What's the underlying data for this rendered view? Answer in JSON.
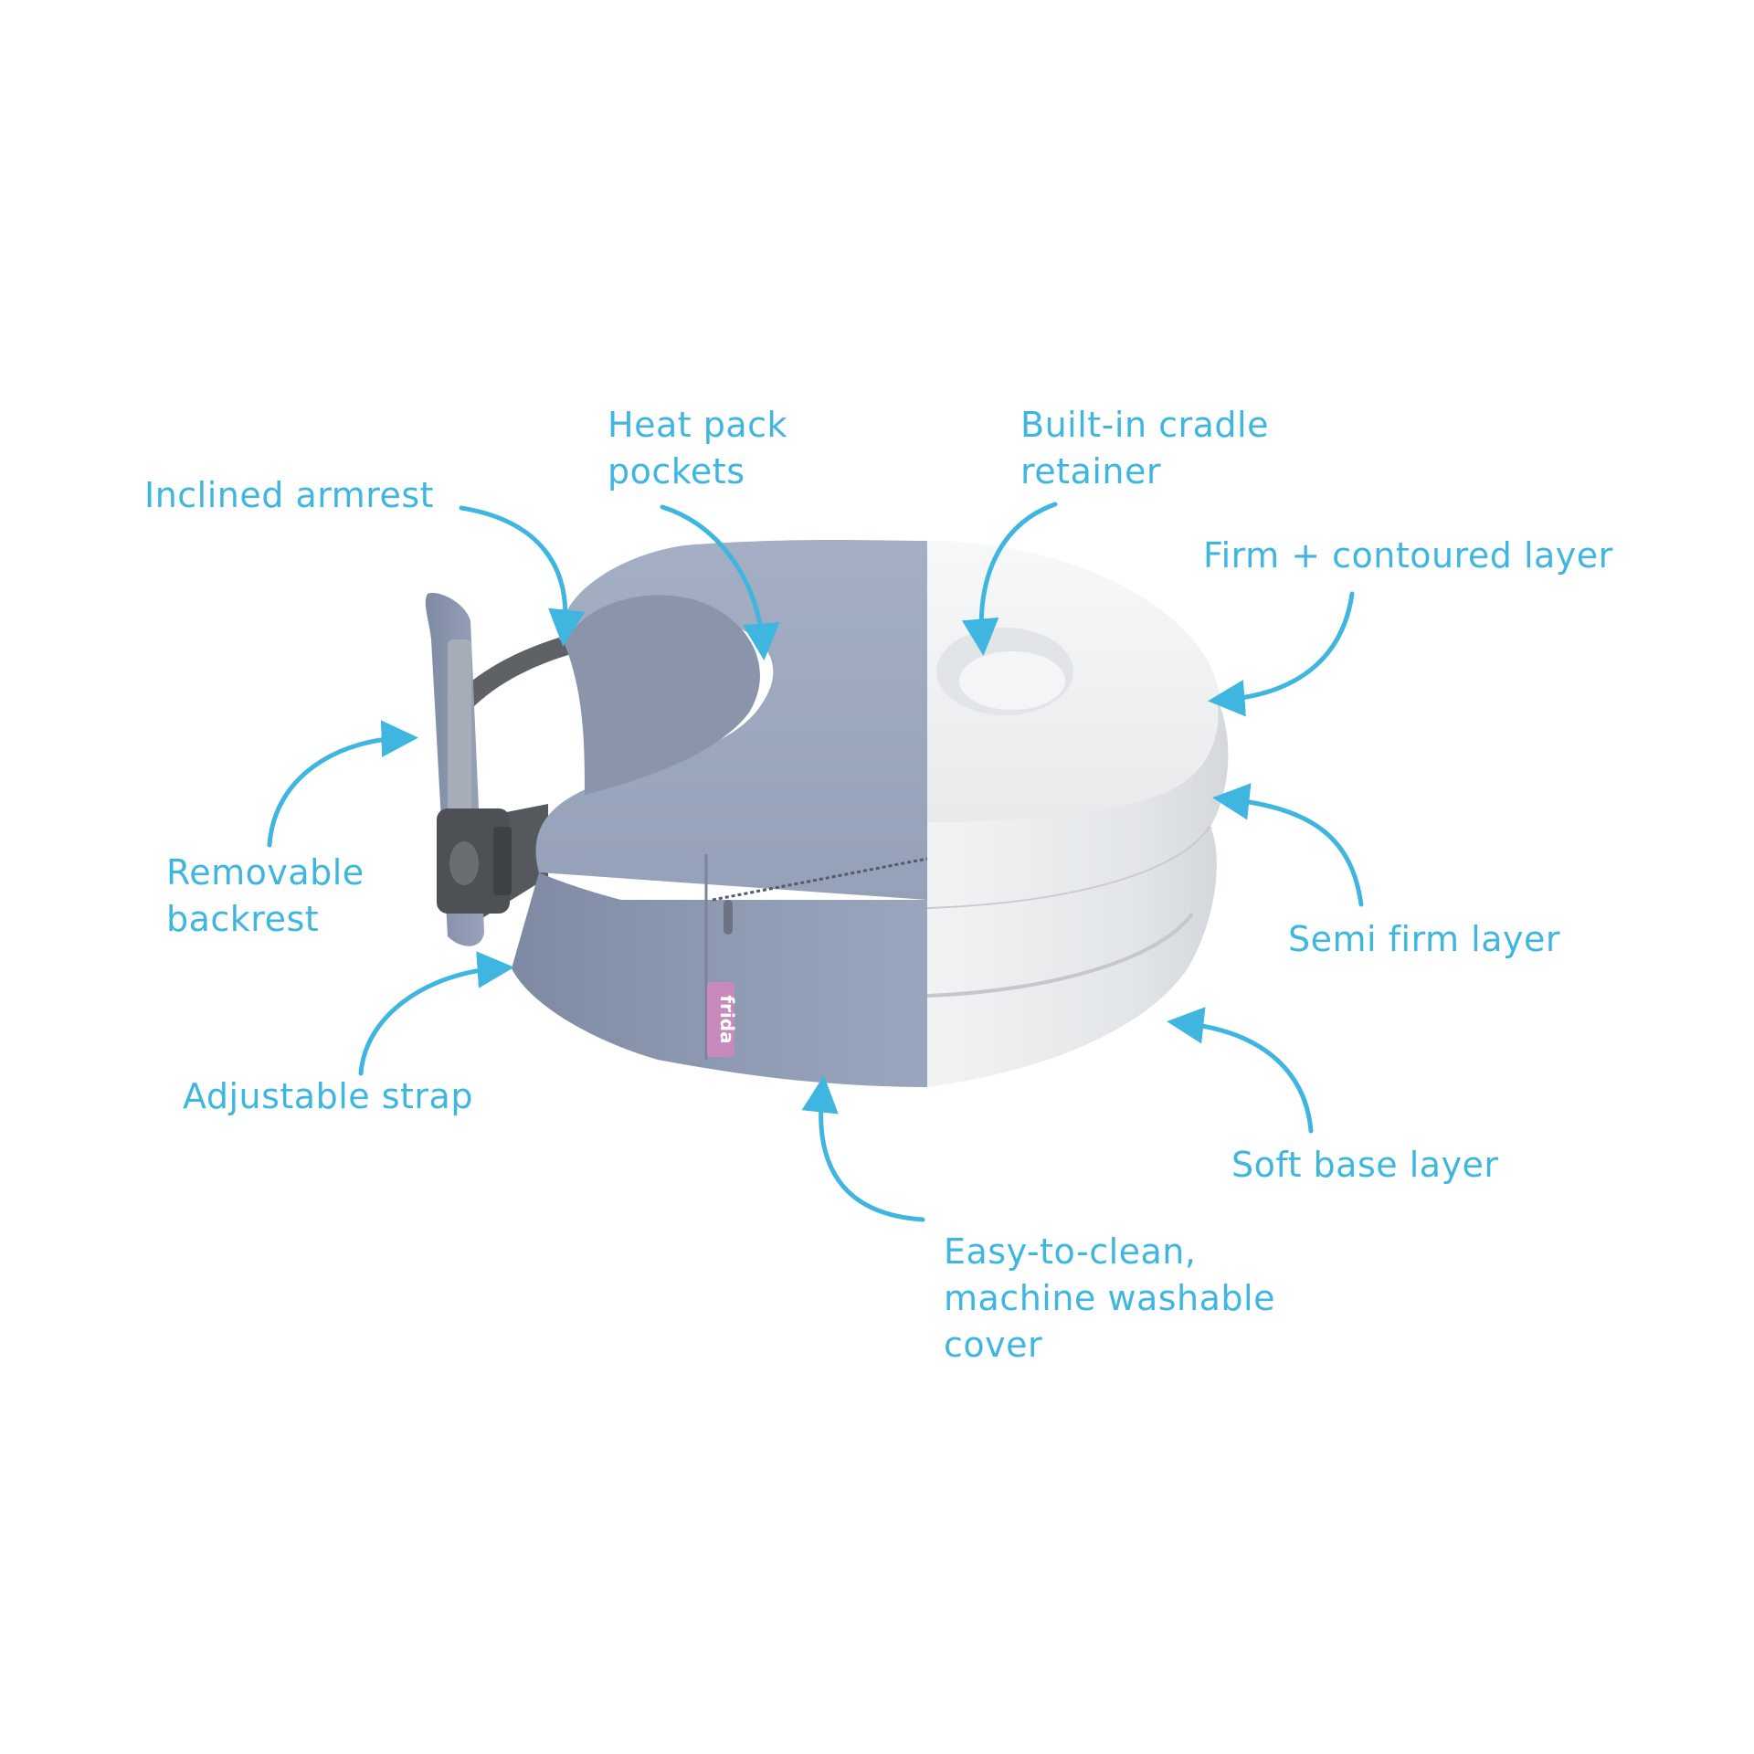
{
  "colors": {
    "accent": "#3fb6e0",
    "cover": "#8d99b0",
    "foam": "#eef0f2",
    "brand_tag": "#c889bd"
  },
  "brand_tag": "frida",
  "callouts": [
    {
      "id": "inclined-armrest",
      "lines": [
        "Inclined armrest"
      ]
    },
    {
      "id": "heat-pack-pockets",
      "lines": [
        "Heat pack",
        "pockets"
      ]
    },
    {
      "id": "built-in-cradle-retainer",
      "lines": [
        "Built-in cradle",
        "retainer"
      ]
    },
    {
      "id": "firm-contoured-layer",
      "lines": [
        "Firm + contoured layer"
      ]
    },
    {
      "id": "removable-backrest",
      "lines": [
        "Removable",
        "backrest"
      ]
    },
    {
      "id": "semi-firm-layer",
      "lines": [
        "Semi firm layer"
      ]
    },
    {
      "id": "adjustable-strap",
      "lines": [
        "Adjustable strap"
      ]
    },
    {
      "id": "soft-base-layer",
      "lines": [
        "Soft base layer"
      ]
    },
    {
      "id": "easy-to-clean-cover",
      "lines": [
        "Easy-to-clean,",
        "machine washable",
        "cover"
      ]
    }
  ]
}
